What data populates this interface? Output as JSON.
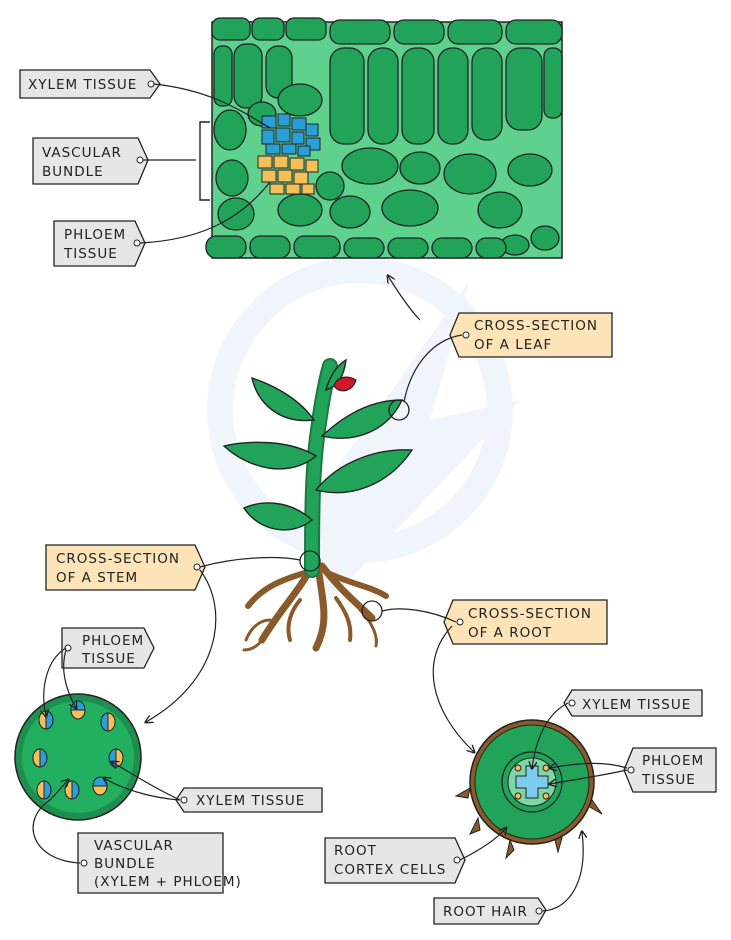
{
  "labels": {
    "leaf_xylem": "XYLEM TISSUE",
    "leaf_bundle_1": "VASCULAR",
    "leaf_bundle_2": "BUNDLE",
    "leaf_phloem_1": "PHLOEM",
    "leaf_phloem_2": "TISSUE",
    "leaf_section_1": "CROSS-SECTION",
    "leaf_section_2": "OF A LEAF",
    "stem_section_1": "CROSS-SECTION",
    "stem_section_2": "OF A STEM",
    "root_section_1": "CROSS-SECTION",
    "root_section_2": "OF A ROOT",
    "stem_phloem_1": "PHLOEM",
    "stem_phloem_2": "TISSUE",
    "stem_xylem": "XYLEM TISSUE",
    "stem_bundle_1": "VASCULAR",
    "stem_bundle_2": "BUNDLE",
    "stem_bundle_3": "(XYLEM + PHLOEM)",
    "root_xylem": "XYLEM TISSUE",
    "root_phloem_1": "PHLOEM",
    "root_phloem_2": "TISSUE",
    "root_cortex_1": "ROOT",
    "root_cortex_2": "CORTEX CELLS",
    "root_hair": "ROOT HAIR"
  },
  "colors": {
    "green": "#22a35a",
    "light_green": "#5fd18f",
    "xylem_blue": "#2a9fd6",
    "phloem_yellow": "#f4c05a",
    "root_brown": "#8b5a2b",
    "tag_grey": "#e6e6e6",
    "tag_orange": "#fde3b8",
    "flower_red": "#d1182b"
  }
}
